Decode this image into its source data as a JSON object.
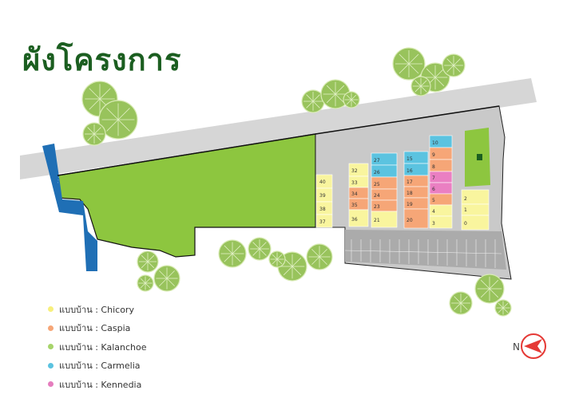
{
  "title": "ผังโครงการ",
  "colors": {
    "chicory": "#f7f3a0",
    "caspia": "#f6a677",
    "kalanchoe": "#8cc63f",
    "carmelia": "#5bc3e0",
    "kennedia": "#ea7fc2",
    "green_area": "#8dc63f",
    "road": "#d4d4d4",
    "parking": "#a8a8a8",
    "canal": "#1f6fb5",
    "tree": "#98c35c",
    "compass": "#e53935"
  },
  "legend": [
    {
      "label": "แบบบ้าน : Chicory",
      "color": "#f7ef7c"
    },
    {
      "label": "แบบบ้าน : Caspia",
      "color": "#f6a677"
    },
    {
      "label": "แบบบ้าน : Kalanchoe",
      "color": "#a7d46b"
    },
    {
      "label": "แบบบ้าน : Carmelia",
      "color": "#5bc3e0"
    },
    {
      "label": "แบบบ้าน : Kennedia",
      "color": "#e57dbe"
    }
  ],
  "compass": {
    "label": "N",
    "icon": "north-arrow-icon"
  },
  "icons": {
    "tree": "tree-icon",
    "canal": "canal-icon"
  }
}
